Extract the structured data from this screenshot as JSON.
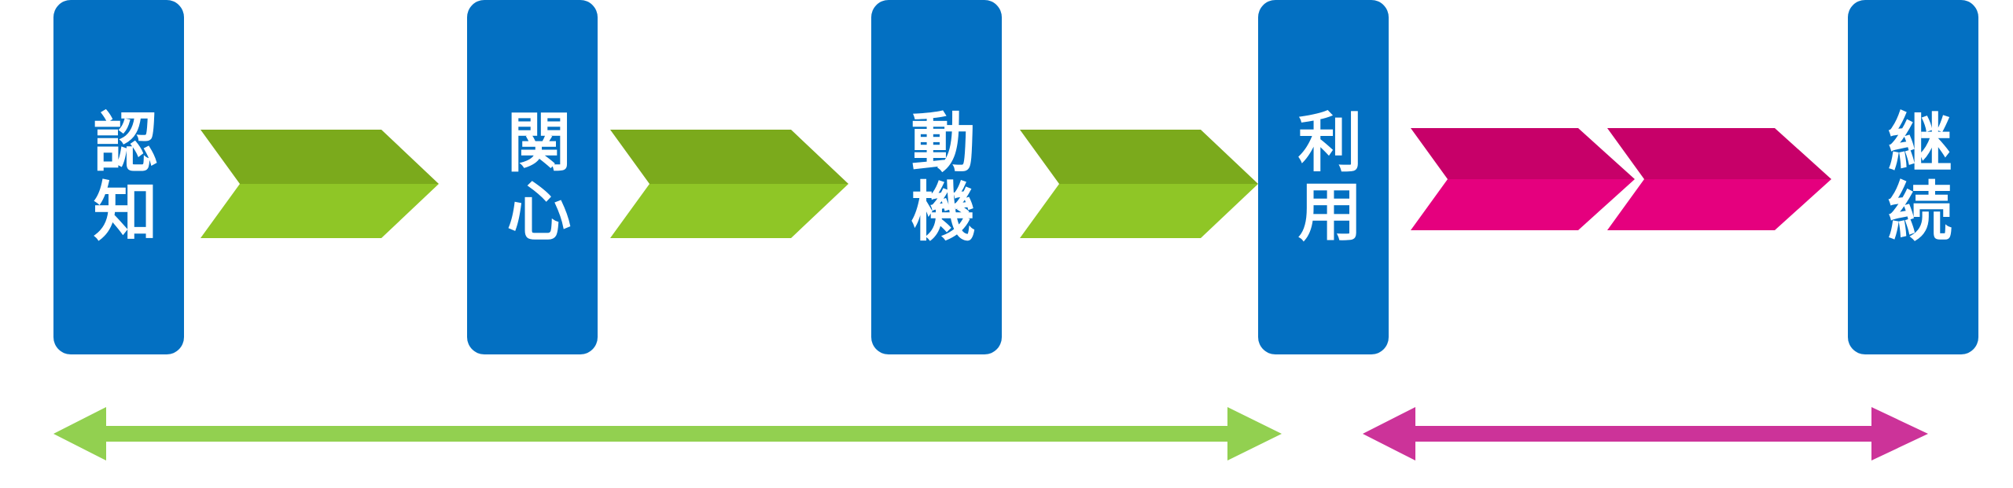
{
  "stages": [
    {
      "label": "認知"
    },
    {
      "label": "関心"
    },
    {
      "label": "動機"
    },
    {
      "label": "利用"
    },
    {
      "label": "継続"
    }
  ],
  "colors": {
    "box": "#0370C2",
    "box_text": "#FFFFFF",
    "green_chevron_top": "#7BAA1C",
    "green_chevron_bottom": "#8FC626",
    "pink_chevron_top": "#C70069",
    "pink_chevron_bottom": "#E5007E",
    "green_bracket": "#92D050",
    "pink_bracket": "#CC3399"
  }
}
